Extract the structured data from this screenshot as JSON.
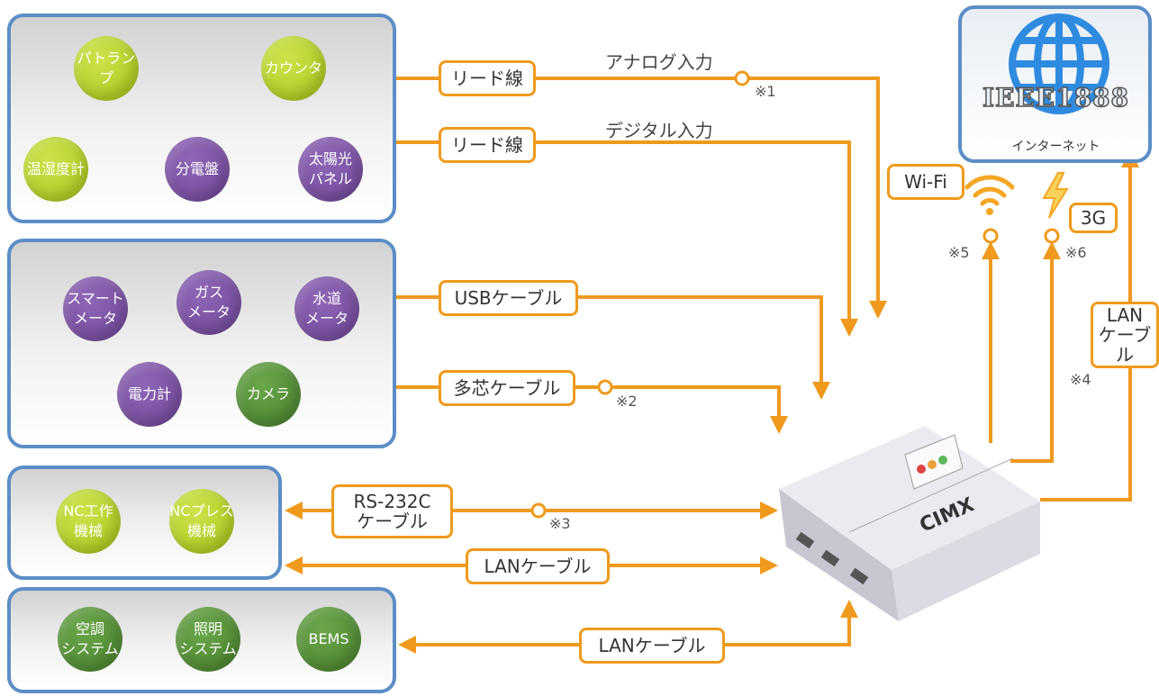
{
  "colors": {
    "line": "#ef9a1d",
    "panel_border": "#5b8ec6",
    "lime": "#b5cf27",
    "purple": "#7a52a3",
    "green": "#55903a",
    "globe": "#2f8be0"
  },
  "panels": {
    "top": {
      "items": [
        "パトランプ",
        "カウンタ",
        "温湿度計",
        "分電盤",
        "太陽光\nパネル"
      ]
    },
    "meters": {
      "items": [
        "スマート\nメータ",
        "ガス\nメータ",
        "水道\nメータ",
        "電力計",
        "カメラ"
      ]
    },
    "nc": {
      "items": [
        "NC工作\n機械",
        "NCプレス\n機械"
      ]
    },
    "building": {
      "items": [
        "空調\nシステム",
        "照明\nシステム",
        "BEMS"
      ]
    }
  },
  "cables": {
    "lead1": "リード線",
    "lead2": "リード線",
    "usb": "USBケーブル",
    "multicore": "多芯ケーブル",
    "rs232c": "RS-232C\nケーブル",
    "lan_nc": "LANケーブル",
    "lan_bems": "LANケーブル",
    "lan_right": "LAN\nケーブル"
  },
  "labels": {
    "analog": "アナログ入力",
    "digital": "デジタル入力",
    "wifi": "Wi-Fi",
    "3g": "3G",
    "ieee": "IEEE1888",
    "internet": "インターネット",
    "device_brand": "CIMX"
  },
  "notes": {
    "n1": "※1",
    "n2": "※2",
    "n3": "※3",
    "n4": "※4",
    "n5": "※5",
    "n6": "※6"
  },
  "icons": [
    "globe-icon",
    "wifi-icon",
    "lightning-icon",
    "gateway-device-image"
  ]
}
